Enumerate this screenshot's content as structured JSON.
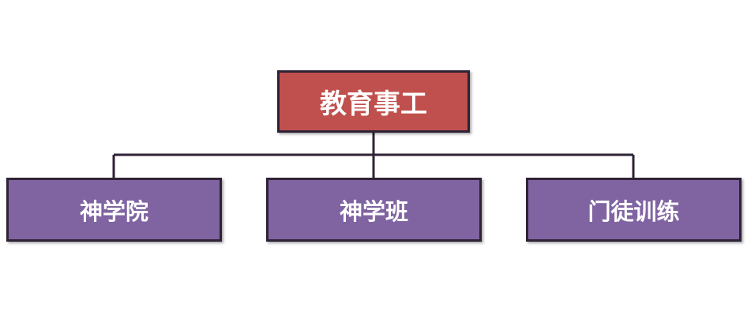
{
  "diagram": {
    "root": {
      "label": "教育事工",
      "color": "#c0504d"
    },
    "children": [
      {
        "label": "神学院",
        "color": "#8064a2"
      },
      {
        "label": "神学班",
        "color": "#8064a2"
      },
      {
        "label": "门徒训练",
        "color": "#8064a2"
      }
    ],
    "border_color": "#2f2236"
  }
}
